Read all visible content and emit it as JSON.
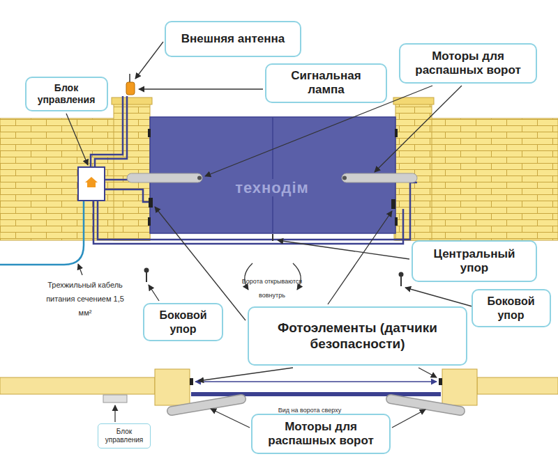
{
  "diagram": {
    "nodes": [
      {
        "text": [
          "Внешняя антенна"
        ]
      },
      {
        "text": [
          "Моторы для распашных ворот"
        ]
      },
      {
        "text": [
          "Блок управления"
        ]
      },
      {
        "text": [
          "Сигнальная лампа"
        ]
      },
      {
        "text": [
          "Центральный упор"
        ]
      },
      {
        "text": [
          "Боковой упор"
        ]
      },
      {
        "text": [
          "Фотоэлементы (датчики безопасности)"
        ]
      },
      {
        "text": [
          "Боковой упор"
        ]
      },
      {
        "text": [
          "Блок управления"
        ]
      },
      {
        "text": [
          "Моторы для распашных ворот"
        ]
      }
    ],
    "labels": [
      "Трехжильный кабель питания сечением 1,5 мм²",
      "Ворота открываются вовнутрь",
      "Вид на ворота сверху",
      "технодім"
    ]
  }
}
